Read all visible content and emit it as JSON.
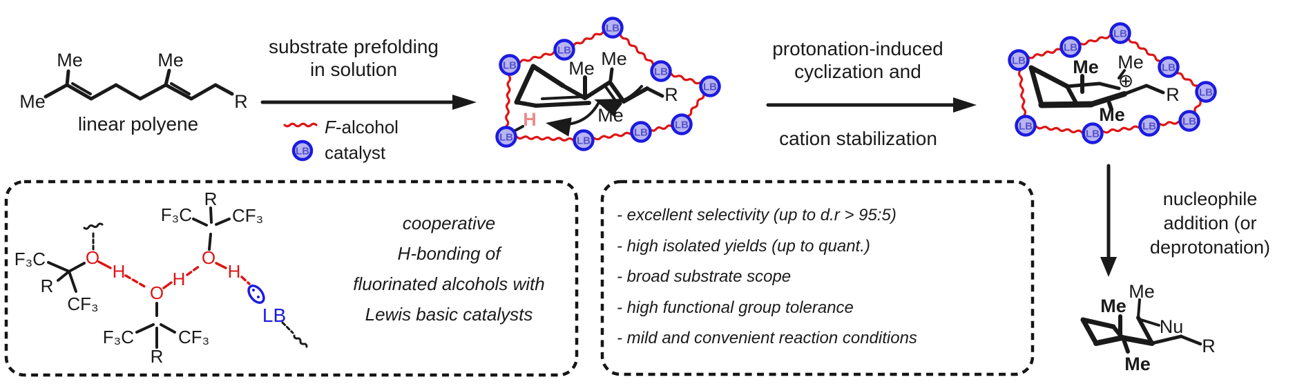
{
  "colors": {
    "red": "#de1414",
    "blue": "#1b1be0",
    "lb-fill": "#b7b4f0",
    "lb-text": "#5452cd",
    "salmon": "#ea8c8c",
    "black": "#1a1a1a"
  },
  "reactant": {
    "label": "linear polyene"
  },
  "arrow1": {
    "line1": "substrate prefolding",
    "line2": "in solution"
  },
  "legend": {
    "f_alcohol_prefix": "F",
    "f_alcohol_suffix": "-alcohol",
    "catalyst": "catalyst"
  },
  "arrow2": {
    "line1": "protonation-induced",
    "line2": "cyclization and",
    "line3": "cation stabilization"
  },
  "arrow3": {
    "line1": "nucleophile",
    "line2": "addition (or",
    "line3": "deprotonation)"
  },
  "atoms": {
    "me": "Me",
    "r": "R",
    "h": "H",
    "nu": "Nu",
    "o": "O",
    "f3c": "F₃C",
    "cf3": "CF₃",
    "lb": "LB",
    "plus": "⊕"
  },
  "box1": {
    "lines": [
      "cooperative",
      "H-bonding of",
      "fluorinated alcohols with",
      "Lewis basic catalysts"
    ]
  },
  "box2": {
    "items": [
      "- excellent selectivity (up to d.r > 95:5)",
      "- high isolated yields (up to quant.)",
      "- broad substrate scope",
      "- high functional group tolerance",
      "- mild and convenient reaction conditions"
    ]
  }
}
